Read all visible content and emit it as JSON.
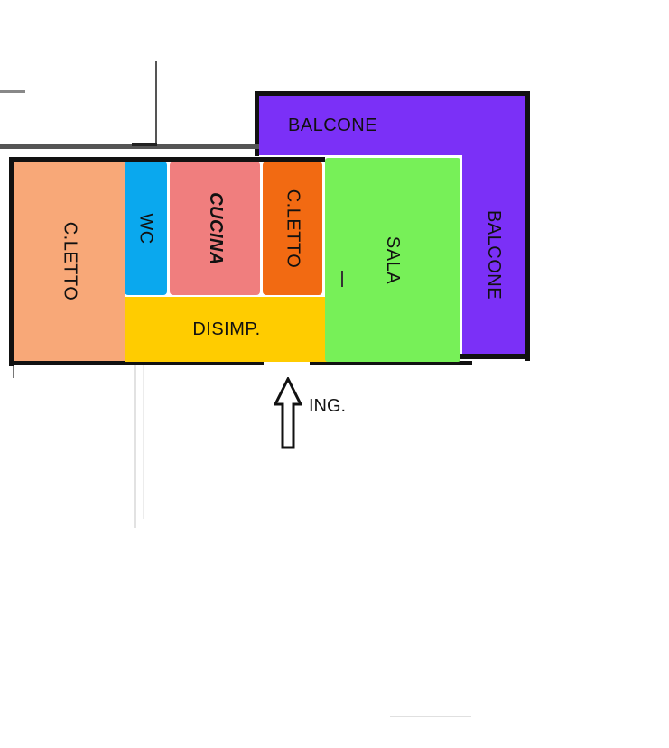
{
  "rooms": {
    "camera_1": {
      "label": "C.LETTO",
      "color": "#f8a878"
    },
    "wc": {
      "label": "WC",
      "color": "#0aa8ee"
    },
    "cucina": {
      "label": "CUCINA",
      "color": "#f07e7e"
    },
    "camera_2": {
      "label": "C.LETTO",
      "color": "#f26a12"
    },
    "sala": {
      "label": "SALA",
      "color": "#77f058"
    },
    "disimpegno": {
      "label": "DISIMP.",
      "color": "#ffcc00"
    },
    "balcone_top": {
      "label": "BALCONE",
      "color": "#7b30f7"
    },
    "balcone_right": {
      "label": "BALCONE",
      "color": "#7b30f7"
    }
  },
  "entrance": {
    "label": "ING."
  },
  "colors": {
    "wall": "#111111",
    "background": "#ffffff"
  }
}
